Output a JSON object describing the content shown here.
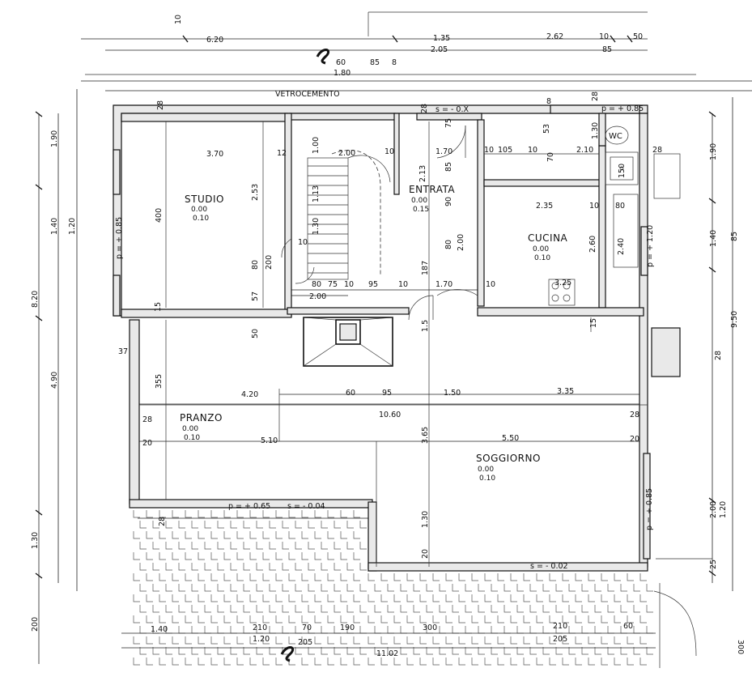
{
  "rooms": {
    "studio": {
      "name": "STUDIO",
      "lv1": "0.00",
      "lv2": "0.10"
    },
    "entrata": {
      "name": "ENTRATA",
      "lv1": "0.00",
      "lv2": "0.15"
    },
    "cucina": {
      "name": "CUCINA",
      "lv1": "0.00",
      "lv2": "0.10"
    },
    "pranzo": {
      "name": "PRANZO",
      "lv1": "0.00",
      "lv2": "0.10"
    },
    "soggiorno": {
      "name": "SOGGIORNO",
      "lv1": "0.00",
      "lv2": "0.10"
    },
    "wc": {
      "name": "WC"
    }
  },
  "labels": {
    "vetrocemento": "VETROCEMENTO",
    "p085_left": "p = + 0.85",
    "p085_right_top": "p = + 1.20",
    "p085_right_bottom": "p = + 0.85",
    "p065": "p = + 0.65",
    "s004": "s = - 0.04",
    "s002": "s = - 0.02",
    "s_top": "s = - 0.X",
    "p085_top": "p = + 0.85"
  },
  "dimensions": {
    "d620": "6.20",
    "d10a": "10",
    "d135": "1.35",
    "d262": "2.62",
    "d10b": "10",
    "d50": "50",
    "d205top": "2.05",
    "d85top": "85",
    "d60": "60",
    "d85b": "85",
    "d8": "8",
    "d180": "1.80",
    "d28a": "28",
    "d28b": "28",
    "d75": "75",
    "d28c": "28",
    "d8b": "8",
    "d53": "53",
    "d130": "1.30",
    "d370": "3.70",
    "d12": "12",
    "d100": "1.00",
    "d200a": "2.00",
    "d10c": "10",
    "d170a": "1.70",
    "d10d": "10",
    "d105": "105",
    "d10e": "10",
    "d70": "70",
    "d210": "2.10",
    "d28d": "28",
    "d213": "2.13",
    "d85c": "85",
    "d150": "150",
    "d253": "2.53",
    "d400": "400",
    "d113": "1.13",
    "d235": "2.35",
    "d10f": "10",
    "d80a": "80",
    "d130b": "1.30",
    "d90": "90",
    "d10g": "10",
    "d80b": "80",
    "d200b": "2.00",
    "d260": "2.60",
    "d240": "2.40",
    "d80c": "80",
    "d200c": "200",
    "d187": "187",
    "d57": "57",
    "d80d": "80",
    "d75b": "75",
    "d10h": "10",
    "d95": "95",
    "d10i": "10",
    "d170b": "1.70",
    "d10j": "10",
    "d325": "3.25",
    "d200d": "2.00",
    "d15a": "15",
    "d50b": "50",
    "d15b": "1.5",
    "d15c": "15",
    "d37": "37",
    "d355": "355",
    "d420": "4.20",
    "d60b": "60",
    "d95b": "95",
    "d150b": "1.50",
    "d335": "3.35",
    "d28e": "28",
    "d1060": "10.60",
    "d28f": "28",
    "d20a": "20",
    "d510": "5.10",
    "d365": "3.65",
    "d550": "5.50",
    "d20b": "20",
    "d28g": "28",
    "d130c": "1.30",
    "d20c": "20",
    "d140": "1.40",
    "d210b": "210",
    "d70b": "70",
    "d190": "190",
    "d300": "300",
    "d210c": "210",
    "d60c": "60",
    "d120": "1.20",
    "d205a": "205",
    "d205b": "205",
    "d1102": "11.02",
    "l190": "1.90",
    "l140": "1.40",
    "l120": "1.20",
    "l085": "p = + 0.85",
    "l820": "8.20",
    "l490": "4.90",
    "l130": "1.30",
    "l200": "200",
    "r190": "1.90",
    "r140": "1.40",
    "r85": "85",
    "r950": "9.50",
    "r28": "28",
    "r200": "2.00",
    "r120": "1.20",
    "r25": "25",
    "r300": "300"
  }
}
